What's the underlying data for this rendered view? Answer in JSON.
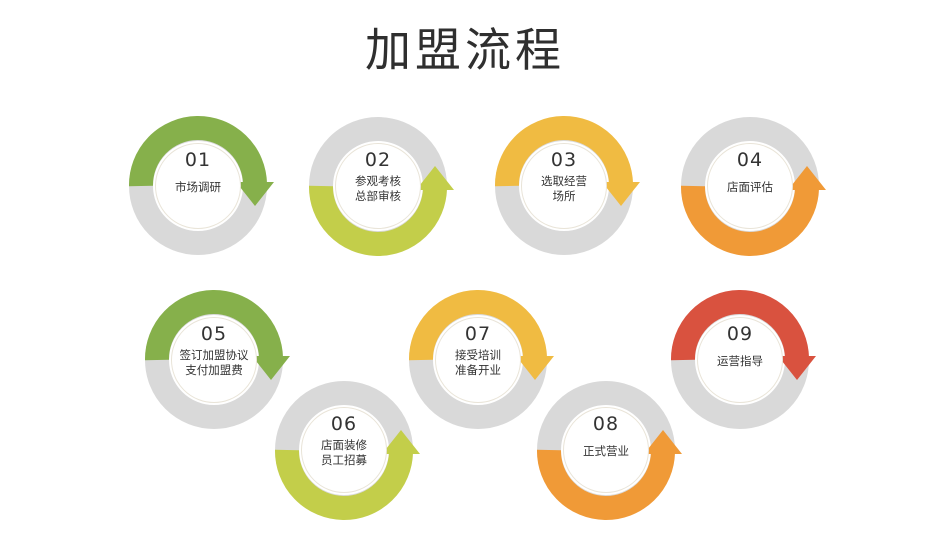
{
  "title": "加盟流程",
  "colors": {
    "track": "#d9d9d9",
    "green": "#86b04b",
    "yellow_green": "#c3ce4a",
    "yellow": "#f0bb42",
    "orange": "#f09a37",
    "red": "#d9523f"
  },
  "steps": [
    {
      "number": "01",
      "lines": [
        "市场调研"
      ],
      "color": "#86b04b",
      "arc": "top"
    },
    {
      "number": "02",
      "lines": [
        "参观考核",
        "总部审核"
      ],
      "color": "#c3ce4a",
      "arc": "bottom"
    },
    {
      "number": "03",
      "lines": [
        "选取经营",
        "场所"
      ],
      "color": "#f0bb42",
      "arc": "top"
    },
    {
      "number": "04",
      "lines": [
        "店面评估"
      ],
      "color": "#f09a37",
      "arc": "bottom"
    },
    {
      "number": "05",
      "lines": [
        "签订加盟协议",
        "支付加盟费"
      ],
      "color": "#86b04b",
      "arc": "top"
    },
    {
      "number": "06",
      "lines": [
        "店面装修",
        "员工招募"
      ],
      "color": "#c3ce4a",
      "arc": "bottom"
    },
    {
      "number": "07",
      "lines": [
        "接受培训",
        "准备开业"
      ],
      "color": "#f0bb42",
      "arc": "top"
    },
    {
      "number": "08",
      "lines": [
        "正式营业"
      ],
      "color": "#f09a37",
      "arc": "bottom"
    },
    {
      "number": "09",
      "lines": [
        "运营指导"
      ],
      "color": "#d9523f",
      "arc": "top"
    }
  ]
}
